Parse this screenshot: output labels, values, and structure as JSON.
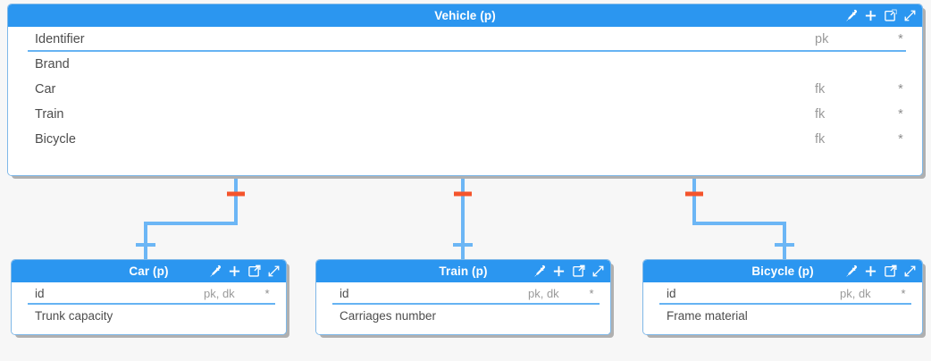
{
  "diagram": {
    "type": "entity-relationship-diagram",
    "notation": "crow-foot / IE",
    "colors": {
      "header_blue": "#2b96f0",
      "line_blue": "#6cb6f5",
      "card_border": "#7fb8e8",
      "pk_rule": "#66b3f3",
      "cardinality_mark": "#f4542c",
      "canvas_background": "#f7f7f7",
      "text": "#4d4d4d",
      "muted_text": "#9a9a9a"
    },
    "header_tool_icons": [
      {
        "name": "eyedropper-icon",
        "label": "Pick style"
      },
      {
        "name": "plus-icon",
        "label": "Add attribute"
      },
      {
        "name": "open-in-new-icon",
        "label": "Open in new window"
      },
      {
        "name": "expand-icon",
        "label": "Expand / resize"
      }
    ]
  },
  "entities": [
    {
      "id": "vehicle",
      "title": "Vehicle (p)",
      "attributes": [
        {
          "name": "Identifier",
          "key": "pk",
          "mandatory": "*",
          "underline": true
        },
        {
          "name": "Brand",
          "key": "",
          "mandatory": ""
        },
        {
          "name": "Car",
          "key": "fk",
          "mandatory": "*"
        },
        {
          "name": "Train",
          "key": "fk",
          "mandatory": "*"
        },
        {
          "name": "Bicycle",
          "key": "fk",
          "mandatory": "*"
        }
      ]
    },
    {
      "id": "car",
      "title": "Car (p)",
      "attributes": [
        {
          "name": "id",
          "key": "pk, dk",
          "mandatory": "*",
          "underline": true
        },
        {
          "name": "Trunk capacity",
          "key": "",
          "mandatory": ""
        }
      ]
    },
    {
      "id": "train",
      "title": "Train (p)",
      "attributes": [
        {
          "name": "id",
          "key": "pk, dk",
          "mandatory": "*",
          "underline": true
        },
        {
          "name": "Carriages number",
          "key": "",
          "mandatory": ""
        }
      ]
    },
    {
      "id": "bicycle",
      "title": "Bicycle (p)",
      "attributes": [
        {
          "name": "id",
          "key": "pk, dk",
          "mandatory": "*",
          "underline": true
        },
        {
          "name": "Frame material",
          "key": "",
          "mandatory": ""
        }
      ]
    }
  ],
  "relationships": [
    {
      "id": "vehicle-car",
      "from": "vehicle",
      "to": "car",
      "parent_mark": "one-optional",
      "child_mark": "one"
    },
    {
      "id": "vehicle-train",
      "from": "vehicle",
      "to": "train",
      "parent_mark": "one-optional",
      "child_mark": "one"
    },
    {
      "id": "vehicle-bicycle",
      "from": "vehicle",
      "to": "bicycle",
      "parent_mark": "one-optional",
      "child_mark": "one"
    }
  ]
}
